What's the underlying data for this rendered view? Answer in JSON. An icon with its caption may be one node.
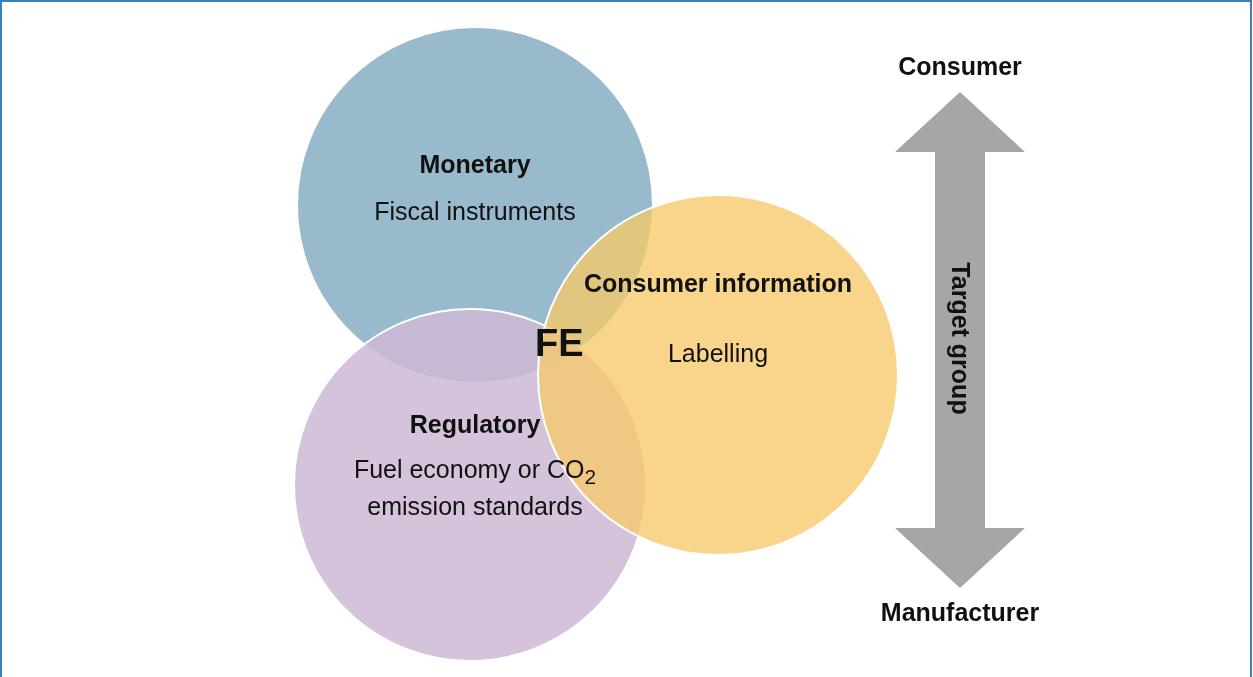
{
  "diagram": {
    "nodes": [
      {
        "text": [
          "Monetary",
          "Fiscal instruments"
        ]
      },
      {
        "text": [
          "Regulatory",
          "Fuel economy or CO$_{2}$ emission standards"
        ]
      },
      {
        "text": [
          "Consumer information",
          "Labelling"
        ]
      },
      {
        "text": [
          "Consumer"
        ]
      },
      {
        "text": [
          "Manufacturer"
        ]
      }
    ],
    "edges": [
      {
        "from": 3,
        "to": 4,
        "arrow": "both",
        "label": "Target group",
        "style": "thick",
        "color": "#a6a6a6"
      }
    ],
    "labels": [
      "FE"
    ]
  }
}
